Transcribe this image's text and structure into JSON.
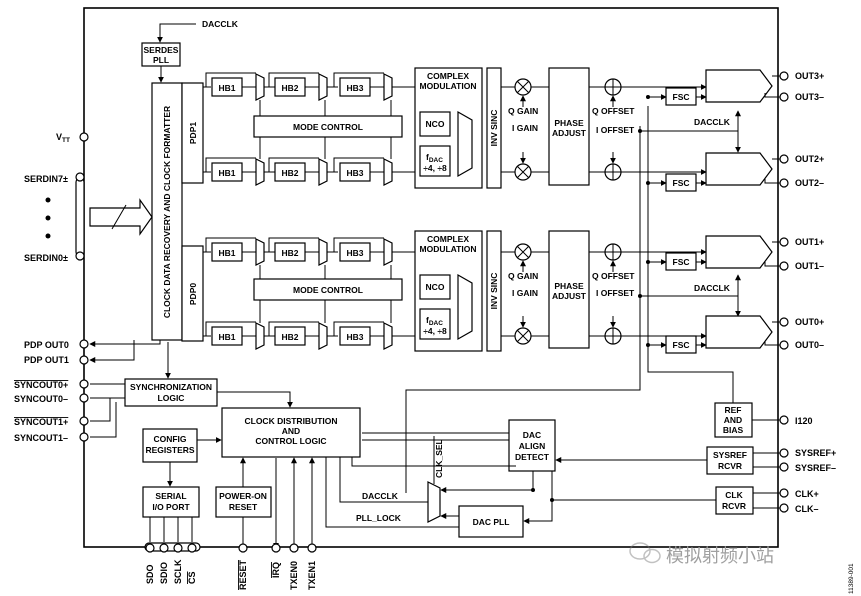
{
  "blocks": {
    "serdes_pll": [
      "SERDES",
      "PLL"
    ],
    "cdr": "CLOCK DATA RECOVERY AND CLOCK FORMATTER",
    "pdp1": "PDP1",
    "pdp0": "PDP0",
    "hb1": "HB1",
    "hb2": "HB2",
    "hb3": "HB3",
    "mode_control": "MODE CONTROL",
    "complex_modulation": [
      "COMPLEX",
      "MODULATION"
    ],
    "nco": "NCO",
    "fdac_main": "f",
    "fdac_sub": "DAC",
    "fdac_div": "÷4, ÷8",
    "inv_sinc": "INV SINC",
    "phase_adjust": [
      "PHASE",
      "ADJUST"
    ],
    "q_gain": "Q GAIN",
    "i_gain": "I GAIN",
    "q_offset": "Q OFFSET",
    "i_offset": "I OFFSET",
    "fsc": "FSC",
    "dacclk": "DACCLK",
    "sync_logic": [
      "SYNCHRONIZATION",
      "LOGIC"
    ],
    "clock_dist": [
      "CLOCK DISTRIBUTION",
      "AND",
      "CONTROL LOGIC"
    ],
    "config_regs": [
      "CONFIG",
      "REGISTERS"
    ],
    "serial_io": [
      "SERIAL",
      "I/O PORT"
    ],
    "power_on_reset": [
      "POWER-ON",
      "RESET"
    ],
    "dac_align": [
      "DAC",
      "ALIGN",
      "DETECT"
    ],
    "ref_bias": [
      "REF",
      "AND",
      "BIAS"
    ],
    "sysref_rcvr": [
      "SYSREF",
      "RCVR"
    ],
    "clk_rcvr": [
      "CLK",
      "RCVR"
    ],
    "dac_pll": "DAC PLL",
    "clk_sel": "CLK_SEL",
    "pll_lock": "PLL_LOCK"
  },
  "pins": {
    "vtt": "V",
    "vtt_sub": "TT",
    "serdin7": "SERDIN7±",
    "serdin0": "SERDIN0±",
    "pdp_out0": "PDP OUT0",
    "pdp_out1": "PDP OUT1",
    "syncout0p": "SYNCOUT0+",
    "syncout0m": "SYNCOUT0–",
    "syncout1p": "SYNCOUT1+",
    "syncout1m": "SYNCOUT1–",
    "out3p": "OUT3+",
    "out3m": "OUT3–",
    "out2p": "OUT2+",
    "out2m": "OUT2–",
    "out1p": "OUT1+",
    "out1m": "OUT1–",
    "out0p": "OUT0+",
    "out0m": "OUT0–",
    "i120": "I120",
    "sysrefp": "SYSREF+",
    "sysrefm": "SYSREF–",
    "clkp": "CLK+",
    "clkm": "CLK–",
    "sdo": "SDO",
    "sdio": "SDIO",
    "sclk": "SCLK",
    "cs": "CS",
    "reset": "RESET",
    "irq": "IRQ",
    "txen0": "TXEN0",
    "txen1": "TXEN1"
  },
  "figure_id": "11389-001",
  "watermark": "模拟射频小站"
}
